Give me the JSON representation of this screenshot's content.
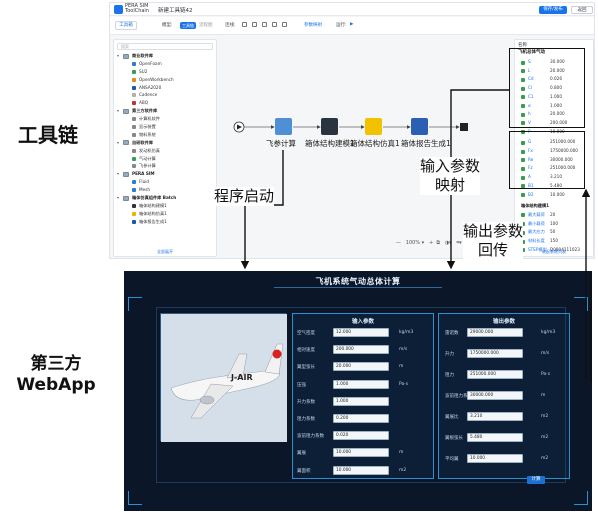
{
  "labels": {
    "toolchain": "工具链",
    "thirdparty_line1": "第三方",
    "thirdparty_line2": "WebApp",
    "anno_start": "程序启动",
    "anno_in_1": "输入参数",
    "anno_in_2": "映射",
    "anno_out_1": "输出参数",
    "anno_out_2": "回传"
  },
  "toolapp": {
    "brand_1": "PERA SIM",
    "brand_2": "ToolChain",
    "doc_title": "新建工具链42",
    "login": "保存/发布",
    "register": "返回",
    "toolbar": {
      "tab": "工具箱",
      "mode_label": "模型:",
      "mode_on": "工具链",
      "mode_off": "流程图",
      "line_label": "连线:",
      "align_label": "对齐",
      "run_label": "运行:",
      "param_map": "参数映射"
    },
    "tree": {
      "search": "搜索",
      "rows": [
        {
          "type": "grp",
          "text": "商业软件库"
        },
        {
          "type": "leaf",
          "text": "OpenFoam",
          "color": "#2e7bcf"
        },
        {
          "type": "leaf",
          "text": "SU2",
          "color": "#3a9d4d"
        },
        {
          "type": "leaf",
          "text": "OpenWorkbench",
          "color": "#e28a1b"
        },
        {
          "type": "leaf",
          "text": "ANSA2020",
          "color": "#1a5aa8"
        },
        {
          "type": "leaf",
          "text": "Cadence",
          "color": "#b0b0b0"
        },
        {
          "type": "leaf",
          "text": "ABQ",
          "color": "#c9302c"
        },
        {
          "type": "grp",
          "text": "第三方软件库"
        },
        {
          "type": "leaf",
          "text": "计算机软件",
          "color": "#888"
        },
        {
          "type": "leaf",
          "text": "显示装置",
          "color": "#888"
        },
        {
          "type": "leaf",
          "text": "物料系统",
          "color": "#888"
        },
        {
          "type": "grp",
          "text": "自研软件库"
        },
        {
          "type": "leaf",
          "text": "发动机仿真",
          "color": "#888"
        },
        {
          "type": "leaf",
          "text": "气动计算",
          "color": "#3a9d4d"
        },
        {
          "type": "leaf",
          "text": "飞参计算",
          "color": "#888"
        },
        {
          "type": "grp",
          "text": "PERA SIM"
        },
        {
          "type": "leaf",
          "text": "Fluid",
          "color": "#2e7bcf"
        },
        {
          "type": "leaf",
          "text": "Mesh",
          "color": "#2e7bcf"
        },
        {
          "type": "grp",
          "text": "箱体仿真组件库 Batch"
        },
        {
          "type": "leaf",
          "text": "箱体结构建模1",
          "color": "#333"
        },
        {
          "type": "leaf",
          "text": "箱体结构仿真1",
          "color": "#e8b600"
        },
        {
          "type": "leaf",
          "text": "箱体报告生成1",
          "color": "#1a5aa8"
        }
      ],
      "foot": "全部展开"
    },
    "nodes": [
      {
        "label": "飞参计算",
        "color": "#4f8fd6"
      },
      {
        "label": "箱体结构建模1",
        "color": "#2a3340"
      },
      {
        "label": "箱体结构仿真1",
        "color": "#f2c200"
      },
      {
        "label": "箱体报告生成1",
        "color": "#2b5fb4"
      }
    ],
    "zoom": "100%",
    "props": {
      "head": "名称",
      "title": "飞机总体气动",
      "inputs": [
        {
          "k": "S",
          "v": "30.000"
        },
        {
          "k": "L",
          "v": "20.000"
        },
        {
          "k": "Cd",
          "v": "0.026"
        },
        {
          "k": "Cl",
          "v": "0.800"
        },
        {
          "k": "C1",
          "v": "1.000"
        },
        {
          "k": "α",
          "v": "1.000"
        },
        {
          "k": "h",
          "v": "20.000"
        },
        {
          "k": "V",
          "v": "200.000"
        },
        {
          "k": "P",
          "v": "10.000"
        }
      ],
      "outputs": [
        {
          "k": "G",
          "v": "251000.000"
        },
        {
          "k": "Fx",
          "v": "1750000.000"
        },
        {
          "k": "Re",
          "v": "30000.000"
        },
        {
          "k": "Fz",
          "v": "251000.000"
        },
        {
          "k": "A",
          "v": "3.210"
        },
        {
          "k": "B1",
          "v": "5.480"
        },
        {
          "k": "B2",
          "v": "10.000"
        }
      ],
      "sep": "箱体结构建模1",
      "extra": [
        {
          "k": "最大载荷",
          "v": "20"
        },
        {
          "k": "最小载荷",
          "v": "100"
        },
        {
          "k": "最大应力",
          "v": "50"
        },
        {
          "k": "材料长度",
          "v": "150"
        },
        {
          "k": "STEP模型",
          "v": "D0804111023"
        }
      ],
      "foot": "收起参数列表"
    }
  },
  "webapp": {
    "title": "飞机系统气动总体计算",
    "in_title": "输入参数",
    "out_title": "输出参数",
    "inputs": [
      {
        "k": "空气密度",
        "v": "12.000",
        "u": "kg/m3"
      },
      {
        "k": "相对速度",
        "v": "200.000",
        "u": "m/s"
      },
      {
        "k": "翼型弦长",
        "v": "20.000",
        "u": "m"
      },
      {
        "k": "压强",
        "v": "1.000",
        "u": "Pa·s"
      },
      {
        "k": "升力系数",
        "v": "1.000",
        "u": ""
      },
      {
        "k": "阻力系数",
        "v": "0.200",
        "u": ""
      },
      {
        "k": "波前阻力系数",
        "v": "0.020",
        "u": ""
      },
      {
        "k": "翼展",
        "v": "10.000",
        "u": "m"
      },
      {
        "k": "翼面积",
        "v": "10.000",
        "u": "m2"
      }
    ],
    "outputs": [
      {
        "k": "雷诺数",
        "v": "29000.000",
        "u": "kg/m3"
      },
      {
        "k": "升力",
        "v": "1750000.000",
        "u": "m/s"
      },
      {
        "k": "阻力",
        "v": "251000.000",
        "u": "Pa·s"
      },
      {
        "k": "波前阻力系数",
        "v": "30000.000",
        "u": "m"
      },
      {
        "k": "翼展比",
        "v": "3.210",
        "u": "m2"
      },
      {
        "k": "翼根弦长",
        "v": "5.480",
        "u": "m2"
      },
      {
        "k": "平均翼",
        "v": "10.000",
        "u": "m2"
      }
    ],
    "calc": "计算",
    "plane_text": "J-AIR"
  }
}
